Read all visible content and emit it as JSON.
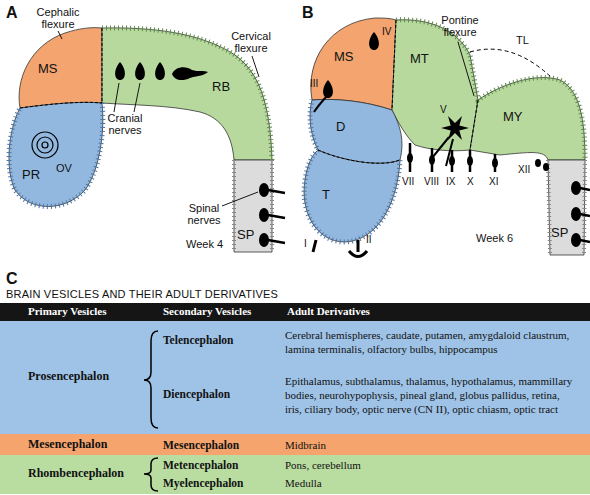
{
  "diagram": {
    "nodes": [
      {
        "text": [
          "MS"
        ]
      },
      {
        "text": [
          "RB"
        ]
      },
      {
        "text": [
          "PR"
        ]
      },
      {
        "text": [
          "SP"
        ]
      },
      {
        "text": [
          "MS"
        ]
      },
      {
        "text": [
          "MT"
        ]
      },
      {
        "text": [
          "MY"
        ]
      },
      {
        "text": [
          "D"
        ]
      },
      {
        "text": [
          "T"
        ]
      },
      {
        "text": [
          "SP"
        ]
      },
      {
        "text": [
          "Primary Vesicles",
          "Secondary Vesicles",
          "Adult Derivatives"
        ]
      },
      {
        "text": [
          "Prosencephalon",
          "Telencephalon",
          "Cerebral hemispheres, caudate, putamen, amygdaloid claustrum, lamina terminalis, olfactory bulbs, hippocampus",
          "Diencephalon",
          "Epithalamus, subthalamus, thalamus, hypothalamus, mammillary bodies, neurohypophysis, pineal gland, globus pallidus, retina, iris, ciliary body, optic nerve (CN II), optic chiasm, optic tract"
        ]
      },
      {
        "text": [
          "Mesencephalon",
          "Mesencephalon",
          "Midbrain"
        ]
      },
      {
        "text": [
          "Rhombencephalon",
          "Metencephalon",
          "Pons, cerebellum",
          "Myelencephalon",
          "Medulla"
        ]
      }
    ],
    "labels": [
      "A",
      "Cephalic flexure",
      "Cervical flexure",
      "Cranial nerves",
      "OV",
      "Spinal nerves",
      "Week 4",
      "B",
      "Pontine flexure",
      "IV",
      "III",
      "TL",
      "V",
      "VII",
      "VIII",
      "IX",
      "X",
      "XI",
      "XII",
      "I",
      "II",
      "Week 6",
      "C",
      "BRAIN VESICLES AND THEIR ADULT DERIVATIVES"
    ]
  }
}
